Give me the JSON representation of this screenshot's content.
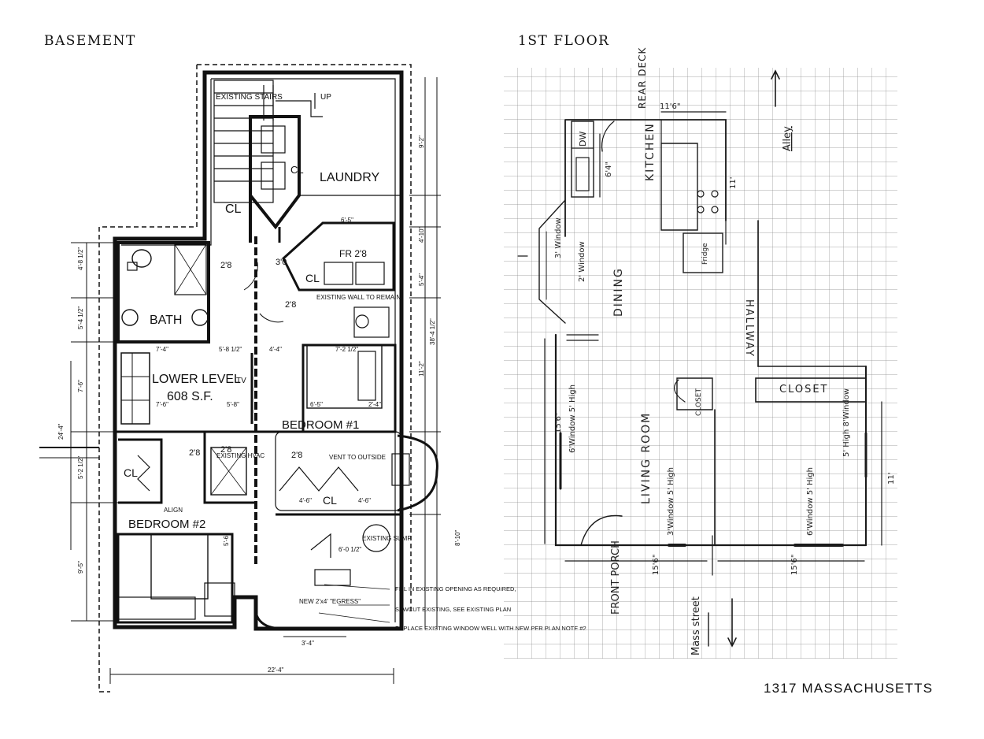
{
  "headings": {
    "basement": "BASEMENT",
    "first_floor": "1ST FLOOR"
  },
  "caption": "1317 MASSACHUSETTS",
  "basement": {
    "rooms": {
      "laundry": "LAUNDRY",
      "bath": "BATH",
      "lower_level": "LOWER LEVEL",
      "lower_level_area": "608 S.F.",
      "tv": "TV",
      "bedroom1": "BEDROOM #1",
      "bedroom2": "BEDROOM #2"
    },
    "closets": {
      "cl": "CL"
    },
    "notes": {
      "existing_stairs": "EXISTING STAIRS",
      "up": "UP",
      "existing_wall": "EXISTING WALL TO REMAIN",
      "existing_hvac": "EXISTING HVAC",
      "vent_outside": "VENT TO OUTSIDE",
      "existing_sump": "EXISTING SUMP",
      "align": "ALIGN",
      "new_egress": "NEW 2'x4' \"EGRESS\"",
      "fill_existing": "FILL IN EXISTING OPENING AS REQUIRED,",
      "sawcut": "SAWCUT EXISTING, SEE EXISTING PLAN",
      "replace_window": "REPLACE EXISTING WINDOW WELL WITH NEW PER PLAN NOTE #2"
    },
    "dims": {
      "d_6_5": "6'-5\"",
      "d_7_4": "7'-4\"",
      "d_5_8_half": "5'-8 1/2\"",
      "d_4_4": "4'-4\"",
      "d_7_2_half": "7'-2 1/2\"",
      "d_7_6": "7'-6\"",
      "d_5_8": "5'-8\"",
      "d_6_5b": "6'-5\"",
      "d_2_4": "2'-4\"",
      "d_4_6a": "4'-6\"",
      "d_4_6b": "4'-6\"",
      "d_6_0_half": "6'-0 1/2\"",
      "d_3_4": "3'-4\"",
      "d_22_4": "22'-4\"",
      "d_24_4": "24'-4\"",
      "d_38_4_half": "38'-4 1/2\"",
      "d_9_2": "9'-2\"",
      "d_4_10": "4'-10\"",
      "d_5_4": "5'-4\"",
      "d_11_2": "11'-2\"",
      "d_8_10": "8'-10\"",
      "d_4_8_half": "4'-8 1/2\"",
      "d_5_4_half": "5'-4 1/2\"",
      "d_7_6v": "7'-6\"",
      "d_5_2_half": "5'-2 1/2\"",
      "d_9_5": "9'-5\"",
      "d_5_6": "5'-6\"",
      "d_2_8": "2'8",
      "d_3_0": "3'0",
      "d_2_8b": "2'8",
      "d_2_8c": "2'8",
      "d_2_8d": "2'8",
      "d_2_8e": "2'8",
      "fr_2_8": "FR 2'8"
    }
  },
  "first_floor": {
    "labels": {
      "kitchen": "KITCHEN",
      "rear_deck": "REAR DECK",
      "dining": "DINING",
      "hallway": "HALLWAY",
      "closet_small": "CLOSET",
      "closet": "CLOSET",
      "living_room": "LIVING ROOM",
      "front_porch": "FRONT PORCH",
      "mass_street": "Mass street",
      "alley": "Alley",
      "dw": "DW",
      "fridge": "Fridge"
    },
    "notes": {
      "window_3": "3' Window",
      "window_2": "2' Window",
      "window_6_5": "6'Window 5' High",
      "window_3_5": "3'Window 5' High",
      "window_6_5b": "6'Window 5' High",
      "window_8_5": "5' High 8'Window"
    },
    "dims": {
      "d_11_6": "11'6\"",
      "d_6_4": "6'4\"",
      "d_15_6": "15'6\"",
      "d_15_6b": "15'6\"",
      "d_15_6c": "15'6\"",
      "d_11": "11'",
      "d_11b": "11'"
    }
  }
}
